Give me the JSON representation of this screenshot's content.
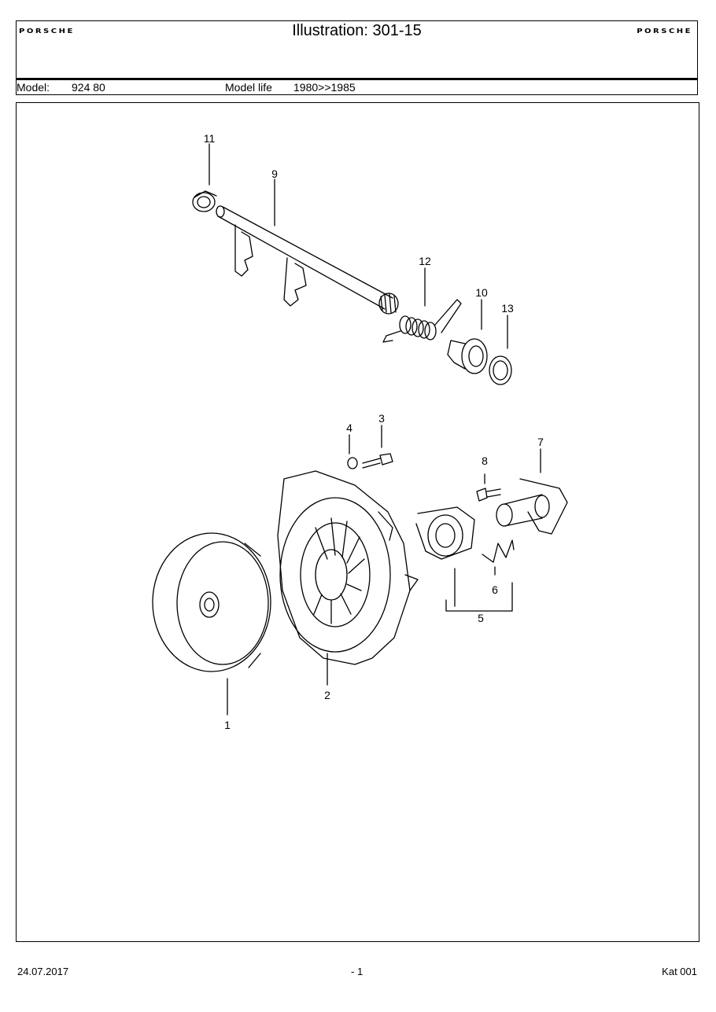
{
  "header": {
    "title": "Illustration: 301-15",
    "logo_left": "PORSCHE",
    "logo_right": "PORSCHE",
    "model_label": "Model:",
    "model_value": "924 80",
    "model_life_label": "Model life",
    "model_life_value": "1980>>1985"
  },
  "illustration": {
    "callouts": [
      "1",
      "2",
      "3",
      "4",
      "5",
      "6",
      "7",
      "8",
      "9",
      "10",
      "11",
      "12",
      "13"
    ]
  },
  "footer": {
    "date": "24.07.2017",
    "page": "- 1",
    "catalog": "Kat 001"
  }
}
